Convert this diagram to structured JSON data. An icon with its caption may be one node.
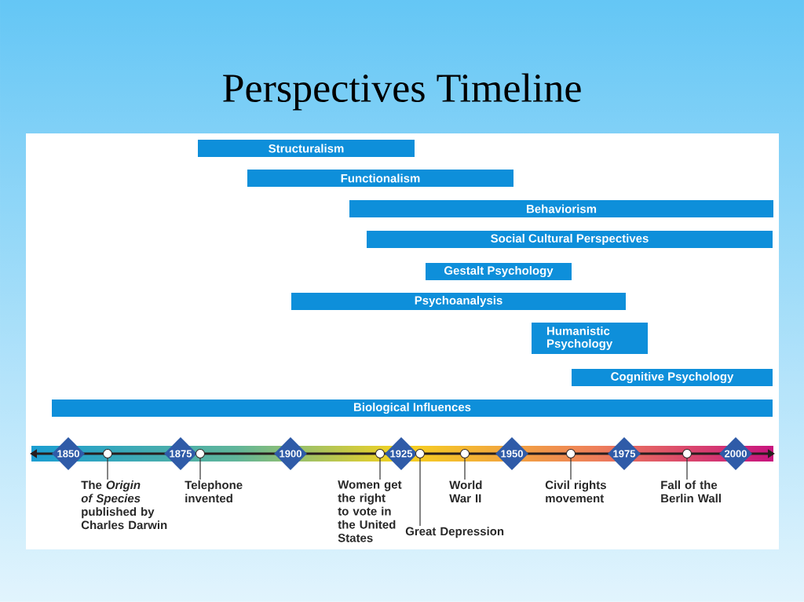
{
  "diagram": {
    "title": "Perspectives Timeline",
    "nodes": [
      {
        "text": [
          "Structuralism"
        ]
      },
      {
        "text": [
          "Functionalism"
        ]
      },
      {
        "text": [
          "Behaviorism"
        ]
      },
      {
        "text": [
          "Social Cultural Perspectives"
        ]
      },
      {
        "text": [
          "Gestalt Psychology"
        ]
      },
      {
        "text": [
          "Psychoanalysis"
        ]
      },
      {
        "text": [
          "Humanistic Psychology"
        ]
      },
      {
        "text": [
          "Cognitive Psychology"
        ]
      },
      {
        "text": [
          "Biological Influences"
        ]
      },
      {
        "text": [
          "1850"
        ]
      },
      {
        "text": [
          "1875"
        ]
      },
      {
        "text": [
          "1900"
        ]
      },
      {
        "text": [
          "1925"
        ]
      },
      {
        "text": [
          "1950"
        ]
      },
      {
        "text": [
          "1975"
        ]
      },
      {
        "text": [
          "2000"
        ]
      },
      {
        "text": [],
        "shape": "circle"
      },
      {
        "text": [],
        "shape": "circle"
      },
      {
        "text": [],
        "shape": "circle"
      },
      {
        "text": [],
        "shape": "circle"
      },
      {
        "text": [],
        "shape": "circle"
      },
      {
        "text": [],
        "shape": "circle"
      },
      {
        "text": [],
        "shape": "circle"
      },
      {
        "text": [
          "The *Origin of Species* published by Charles Darwin"
        ]
      },
      {
        "text": [
          "Telephone invented"
        ]
      },
      {
        "text": [
          "Women get the right to vote in the United States"
        ]
      },
      {
        "text": [
          "Great Depression"
        ]
      },
      {
        "text": [
          "World War II"
        ]
      },
      {
        "text": [
          "Civil rights movement"
        ]
      },
      {
        "text": [
          "Fall of the Berlin Wall"
        ]
      }
    ],
    "edges": [
      {
        "from": 23,
        "to": 16,
        "arrow": "none"
      },
      {
        "from": 24,
        "to": 17,
        "arrow": "none"
      },
      {
        "from": 25,
        "to": 18,
        "arrow": "none"
      },
      {
        "from": 26,
        "to": 19,
        "arrow": "none"
      },
      {
        "from": 27,
        "to": 20,
        "arrow": "none"
      },
      {
        "from": 28,
        "to": 21,
        "arrow": "none"
      },
      {
        "from": 29,
        "to": 22,
        "arrow": "none"
      }
    ]
  }
}
